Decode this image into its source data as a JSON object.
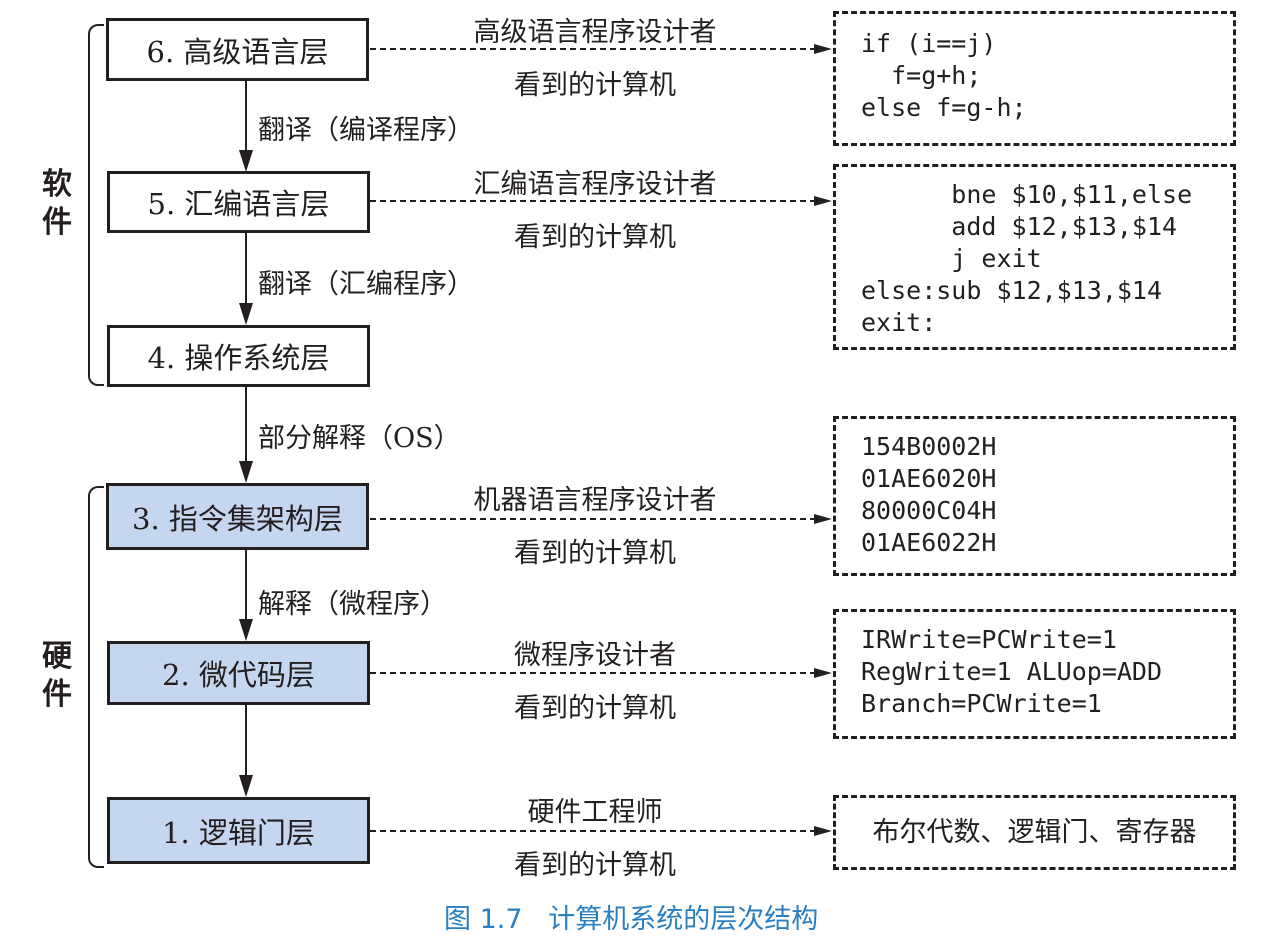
{
  "groups": {
    "software": "软\n件",
    "hardware": "硬\n件"
  },
  "layers": [
    {
      "label": "6. 高级语言层",
      "hardware": false
    },
    {
      "label": "5. 汇编语言层",
      "hardware": false
    },
    {
      "label": "4. 操作系统层",
      "hardware": false
    },
    {
      "label": "3. 指令集架构层",
      "hardware": true
    },
    {
      "label": "2. 微代码层",
      "hardware": true
    },
    {
      "label": "1. 逻辑门层",
      "hardware": true
    }
  ],
  "transitions": [
    {
      "label": "翻译（编译程序）"
    },
    {
      "label": "翻译（汇编程序）"
    },
    {
      "label": "部分解释（OS）"
    },
    {
      "label": "解释（微程序）"
    },
    {
      "label": ""
    }
  ],
  "viewers": [
    {
      "line1": "高级语言程序设计者",
      "line2": "看到的计算机"
    },
    {
      "line1": "汇编语言程序设计者",
      "line2": "看到的计算机"
    },
    {
      "line1": "机器语言程序设计者",
      "line2": "看到的计算机"
    },
    {
      "line1": "微程序设计者",
      "line2": "看到的计算机"
    },
    {
      "line1": "硬件工程师",
      "line2": "看到的计算机"
    }
  ],
  "code_examples": [
    {
      "text": "if (i==j)\n  f=g+h;\nelse f=g-h;"
    },
    {
      "text": "      bne $10,$11,else\n      add $12,$13,$14\n      j exit\nelse:sub $12,$13,$14\nexit:"
    },
    {
      "text": "154B0002H\n01AE6020H\n80000C04H\n01AE6022H"
    },
    {
      "text": "IRWrite=PCWrite=1\nRegWrite=1 ALUop=ADD\nBranch=PCWrite=1"
    },
    {
      "text": "布尔代数、逻辑门、寄存器"
    }
  ],
  "caption": "图 1.7   计算机系统的层次结构",
  "colors": {
    "hardware_fill": "#c5d7ee",
    "caption": "#2a7fc1"
  }
}
